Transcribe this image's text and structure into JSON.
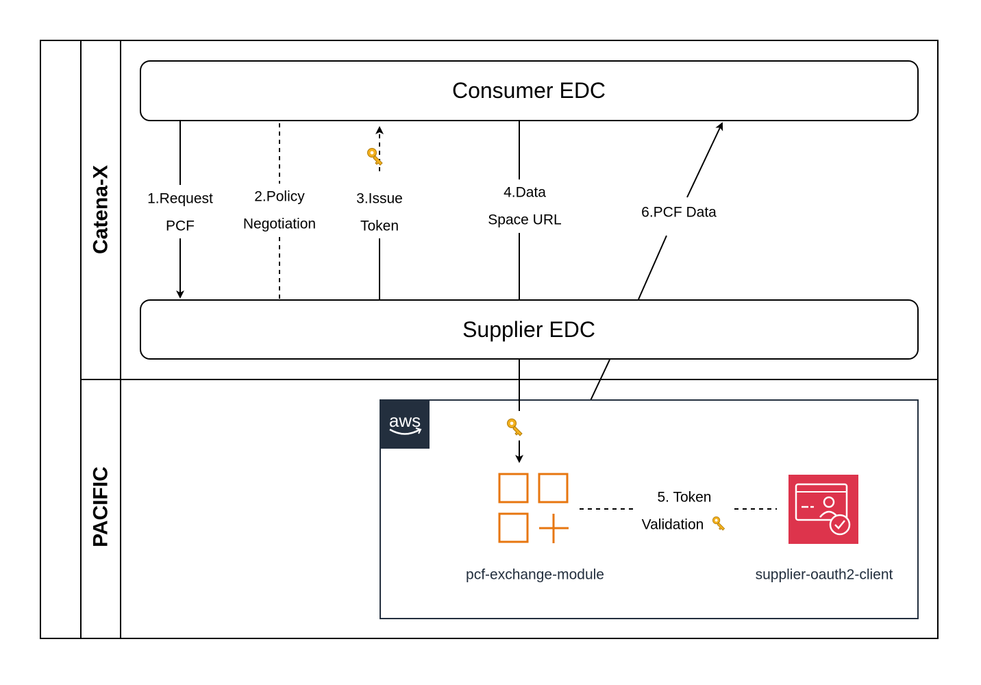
{
  "lanes": [
    {
      "title": "Catena-X"
    },
    {
      "title": "PACIFIC"
    }
  ],
  "nodes": {
    "consumer": "Consumer EDC",
    "supplier": "Supplier EDC"
  },
  "flows": {
    "f1": [
      "1.Request",
      "PCF"
    ],
    "f2": [
      "2.Policy",
      "Negotiation"
    ],
    "f3": [
      "3.Issue",
      "Token"
    ],
    "f4": [
      "4.Data",
      "Space URL"
    ],
    "f5": [
      "5. Token",
      "Validation"
    ],
    "f6": [
      "6.PCF Data"
    ]
  },
  "aws": {
    "badge": "aws",
    "module": {
      "label": "pcf-exchange-module",
      "icon": "container-module-icon",
      "color": "#e7760f"
    },
    "client": {
      "label": "supplier-oauth2-client",
      "icon": "oauth-identity-card-icon",
      "color": "#dd344c"
    }
  },
  "colors": {
    "aws_border": "#232f3e",
    "key": "#f2b01e"
  }
}
